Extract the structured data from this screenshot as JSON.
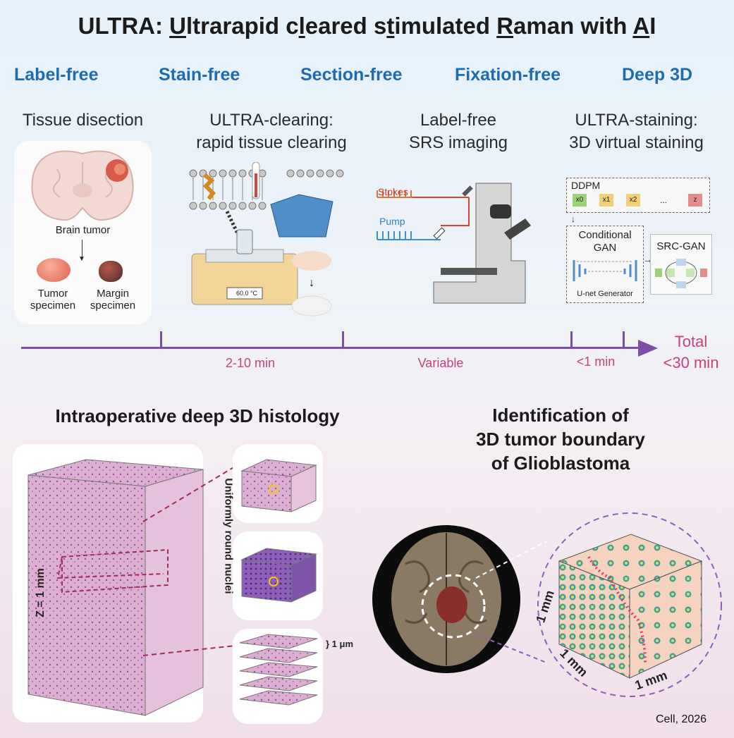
{
  "title": {
    "word": "ULTRA",
    "colon": ": ",
    "segments": [
      {
        "u": "U",
        "t": "ltrarapid c"
      },
      {
        "u": "l",
        "t": "eared s"
      },
      {
        "u": "t",
        "t": "imulated "
      },
      {
        "u": "R",
        "t": "aman with "
      },
      {
        "u": "A",
        "t": "I"
      }
    ]
  },
  "features": [
    "Label-free",
    "Stain-free",
    "Section-free",
    "Fixation-free",
    "Deep 3D"
  ],
  "steps": {
    "dissection": "Tissue disection",
    "clearing_1": "ULTRA-clearing:",
    "clearing_2": "rapid tissue clearing",
    "srs_1": "Label-free",
    "srs_2": "SRS imaging",
    "staining_1": "ULTRA-staining:",
    "staining_2": "3D virtual staining"
  },
  "dissection": {
    "brain_tumor": "Brain tumor",
    "tumor_1": "Tumor",
    "tumor_2": "specimen",
    "margin_1": "Margin",
    "margin_2": "specimen"
  },
  "clearing": {
    "device_display": "60.0 °C"
  },
  "srs": {
    "stokes": "Stokes",
    "pump": "Pump"
  },
  "staining": {
    "ddpm": "DDPM",
    "nodes": [
      "x0",
      "x1",
      "x2",
      "...",
      "z"
    ],
    "cgan_1": "Conditional",
    "cgan_2": "GAN",
    "unet": "U-net Generator",
    "srcgan": "SRC-GAN"
  },
  "timeline": {
    "t1": "2-10 min",
    "t2": "Variable",
    "t3": "<1 min",
    "total_1": "Total",
    "total_2": "<30 min"
  },
  "bottom_left": {
    "heading": "Intraoperative deep 3D histology",
    "z_label": "Z = 1 mm",
    "nuclei_label": "Uniformly round nuclei",
    "slice_label": "} 1 μm"
  },
  "bottom_right": {
    "heading_1": "Identification of",
    "heading_2": "3D tumor boundary",
    "heading_3": "of Glioblastoma",
    "dim_1": "1 mm",
    "dim_2": "1 mm",
    "dim_3": "1 mm"
  },
  "citation": "Cell, 2026",
  "colors": {
    "feature_blue": "#1f6bb0",
    "time_pink": "#c8417a",
    "timeline_purple": "#7b4fa6",
    "he_pink": "#d9a6cf",
    "dash_magenta": "#a12a5e"
  }
}
